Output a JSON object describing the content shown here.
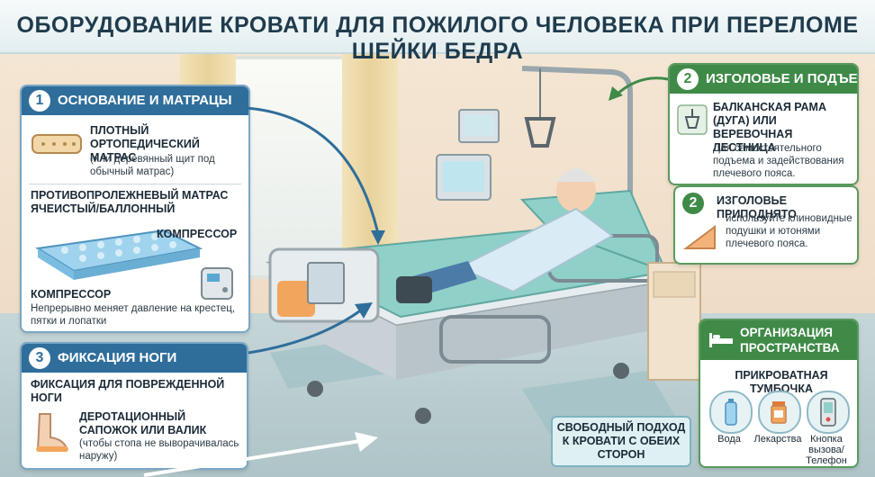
{
  "title": "ОБОРУДОВАНИЕ КРОВАТИ ДЛЯ ПОЖИЛОГО ЧЕЛОВЕКА ПРИ ПЕРЕЛОМЕ ШЕЙКИ БЕДРА",
  "section1": {
    "num": "1",
    "title": "ОСНОВАНИЕ И МАТРАЦЫ",
    "item1_title": "ПЛОТНЫЙ ОРТОПЕДИЧЕСКИЙ МАТРАС",
    "item1_desc": "(или деревянный щит под обычный матрас)",
    "item2_title": "ПРОТИВОПРОЛЕЖНЕВЫЙ МАТРАС ЯЧЕИСТЫЙ/БАЛЛОННЫЙ",
    "compressor_label": "КОМПРЕССОР",
    "compressor_title": "КОМПРЕССОР",
    "compressor_desc": "Непрерывно меняет давление на крестец, пятки и лопатки"
  },
  "section2a": {
    "num": "2",
    "title": "ИЗГОЛОВЬЕ И ПОДЪЕМ",
    "item_title": "БАЛКАНСКАЯ РАМА (ДУГА) ИЛИ ВЕРЕВОЧНАЯ ЛЕСТНИЦА",
    "item_desc": "Для самостоятельного подъема и задействования плечевого пояса."
  },
  "section2b": {
    "num": "2",
    "title": "ИЗГОЛОВЬЕ ПРИПОДНЯТО",
    "desc": "используйте клиновидные подушки и ютонями плечевого пояса."
  },
  "section3": {
    "num": "3",
    "title": "ФИКСАЦИЯ НОГИ",
    "item1_title": "ФИКСАЦИЯ ДЛЯ ПОВРЕЖДЕННОЙ НОГИ",
    "item2_title": "ДЕРОТАЦИОННЫЙ САПОЖОК ИЛИ ВАЛИК",
    "item2_desc": "(чтобы стопа не выворачивалась наружу)"
  },
  "floor_note": "СВОБОДНЫЙ ПОДХОД К КРОВАТИ С ОБЕИХ СТОРОН",
  "section4": {
    "title": "ОРГАНИЗАЦИЯ ПРОСТРАНСТВА",
    "subtitle": "ПРИКРОВАТНАЯ ТУМБОЧКА",
    "icons": [
      {
        "label": "Вода",
        "icon": "water-bottle-icon"
      },
      {
        "label": "Лекарства",
        "icon": "medicine-icon"
      },
      {
        "label": "Кнопка вызова/ Телефон",
        "icon": "phone-icon"
      }
    ]
  },
  "colors": {
    "blue_header": "#2f6e9b",
    "green_header": "#3f8a47",
    "title_text": "#1f3b4d"
  }
}
